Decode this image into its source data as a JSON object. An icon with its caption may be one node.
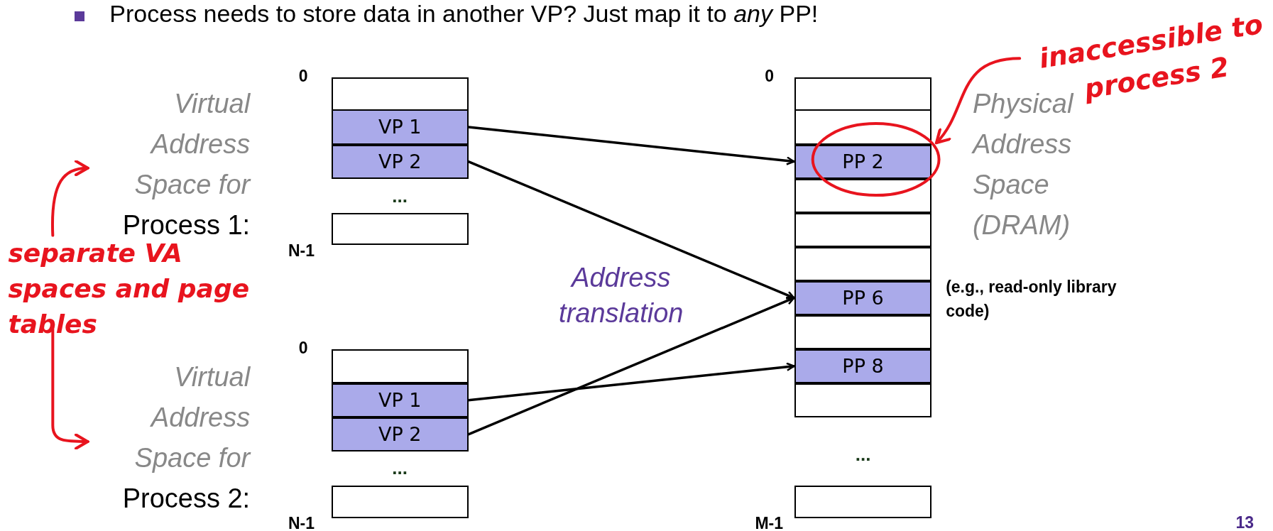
{
  "diagram": {
    "nodes": [
      {
        "text": [
          "Virtual Address Space for",
          "Process 1:"
        ]
      },
      {
        "text": [],
        "shape": "box"
      },
      {
        "text": [
          "VP 1"
        ]
      },
      {
        "text": [
          "VP 2"
        ]
      },
      {
        "text": [],
        "shape": "box"
      },
      {
        "text": [
          "Virtual Address Space for",
          "Process 2:"
        ]
      },
      {
        "text": [],
        "shape": "box"
      },
      {
        "text": [
          "VP 1"
        ]
      },
      {
        "text": [
          "VP 2"
        ]
      },
      {
        "text": [],
        "shape": "box"
      },
      {
        "text": [],
        "shape": "box"
      },
      {
        "text": [],
        "shape": "box"
      },
      {
        "text": [
          "PP 2"
        ]
      },
      {
        "text": [],
        "shape": "box"
      },
      {
        "text": [],
        "shape": "box"
      },
      {
        "text": [],
        "shape": "box"
      },
      {
        "text": [
          "PP 6"
        ]
      },
      {
        "text": [],
        "shape": "box"
      },
      {
        "text": [
          "PP 8"
        ]
      },
      {
        "text": [],
        "shape": "box"
      },
      {
        "text": [],
        "shape": "box"
      },
      {
        "text": [
          "inaccessible to process 2"
        ]
      },
      {
        "text": [
          "separate VA spaces and page tables"
        ]
      },
      {
        "text": [],
        "shape": "circle"
      }
    ],
    "edges": [
      {
        "from": 2,
        "to": 12,
        "arrow": "to"
      },
      {
        "from": 3,
        "to": 16,
        "arrow": "to"
      },
      {
        "from": 7,
        "to": 18,
        "arrow": "to"
      },
      {
        "from": 8,
        "to": 16,
        "arrow": "to"
      },
      {
        "from": 21,
        "to": 23,
        "arrow": "to",
        "color": "#e8141e"
      },
      {
        "from": 22,
        "to": 0,
        "arrow": "to",
        "color": "#e8141e"
      },
      {
        "from": 22,
        "to": 5,
        "arrow": "to",
        "color": "#e8141e"
      }
    ],
    "labels": [
      "Process needs to store data in another VP? Just map it to *any* PP!",
      "0",
      "0",
      "Physical Address Space (DRAM)",
      "...",
      "N-1",
      "Address translation",
      "(e.g., read-only library code)",
      "0",
      "...",
      "...",
      "N-1",
      "M-1",
      "13"
    ]
  }
}
